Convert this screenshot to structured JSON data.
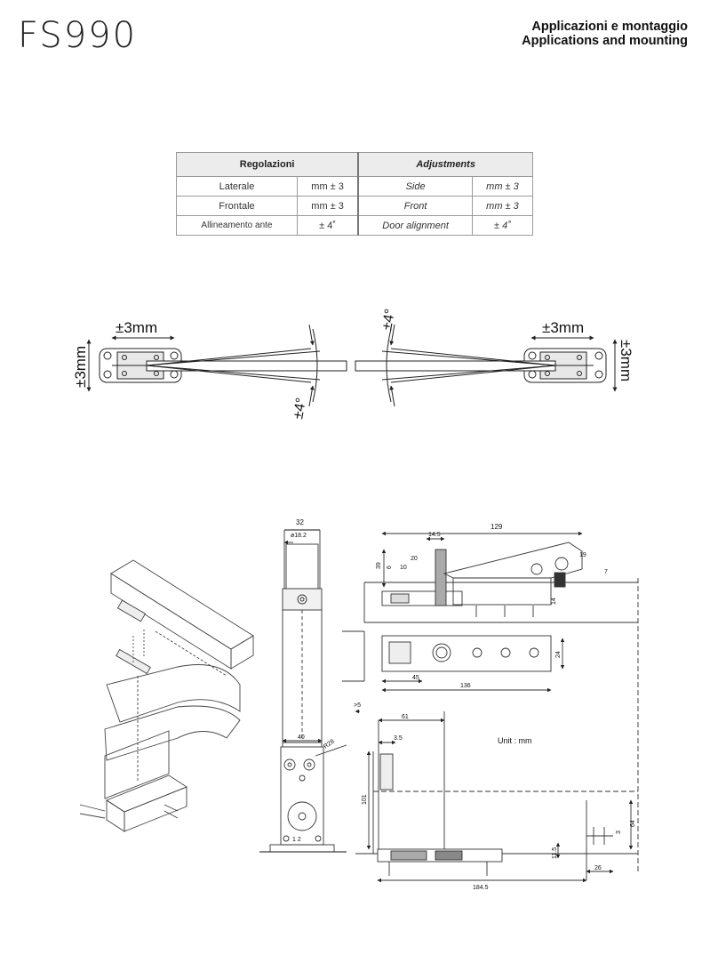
{
  "header": {
    "brand": "FS990",
    "title_it": "Applicazioni e montaggio",
    "title_en": "Applications and mounting"
  },
  "table": {
    "head_it": "Regolazioni",
    "head_en": "Adjustments",
    "rows": [
      {
        "it": "Laterale",
        "it_val": "mm ± 3",
        "en": "Side",
        "en_val": "mm ± 3"
      },
      {
        "it": "Frontale",
        "it_val": "mm ± 3",
        "en": "Front",
        "en_val": "mm ± 3"
      },
      {
        "it": "Allineamento ante",
        "it_val": "± 4˚",
        "en": "Door alignment",
        "en_val": "± 4˚"
      }
    ]
  },
  "adjust_diagram": {
    "side_left": "±3mm",
    "front_left": "±3mm",
    "side_right": "±3mm",
    "front_right": "±3mm",
    "angle_top": "±4°",
    "angle_bottom": "±4°"
  },
  "dimensions": {
    "d32": "32",
    "d18_2": "ø18.2",
    "d129": "129",
    "d14_5": "14.5",
    "d39": "39",
    "d6": "6",
    "d20": "20",
    "d10": "10",
    "d19": "19",
    "d7": "7",
    "d14": "14",
    "d24": "24",
    "d45": "45",
    "d136": "136",
    "d5": ">5",
    "d61": "61",
    "d3_5": "3.5",
    "d40": "40",
    "dR28": "R28",
    "d101": "101",
    "d64": "64",
    "d3": "3",
    "d11_5": "11.5",
    "d26": "26",
    "d184_5": "184.5",
    "unit": "Unit : mm",
    "marks": "1  2"
  }
}
